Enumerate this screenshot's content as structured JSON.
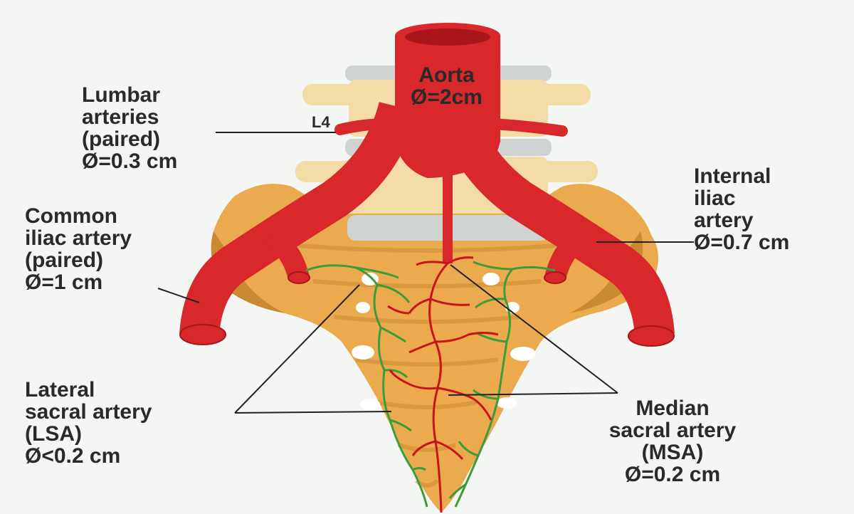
{
  "colors": {
    "background": "#f4f6f4",
    "bone": "#ecaa4e",
    "bone_shadow": "#c98a33",
    "vertebra_light": "#f4dca6",
    "disc": "#cfd3d2",
    "artery": "#d8282b",
    "artery_dark": "#a8151b",
    "lateral_sacral": "#3d9b3a",
    "median_sacral": "#c8141c",
    "leader_line": "#222222",
    "text": "#2a2a2a"
  },
  "labels": {
    "aorta": {
      "name": "Aorta",
      "diameter": "Ø=2cm"
    },
    "vertebra": "L4",
    "lumbar": {
      "lines": [
        "Lumbar",
        "arteries",
        "(paired)",
        "Ø=0.3 cm"
      ]
    },
    "common_iliac": {
      "lines": [
        "Common",
        "iliac artery",
        "(paired)",
        "Ø=1 cm"
      ]
    },
    "internal_iliac": {
      "lines": [
        "Internal",
        "iliac",
        "artery",
        "Ø=0.7 cm"
      ]
    },
    "lateral_sacral": {
      "lines": [
        "Lateral",
        "sacral artery",
        "(LSA)",
        "Ø<0.2 cm"
      ]
    },
    "median_sacral": {
      "lines": [
        "Median",
        "sacral artery",
        "(MSA)",
        "Ø=0.2 cm"
      ]
    }
  }
}
